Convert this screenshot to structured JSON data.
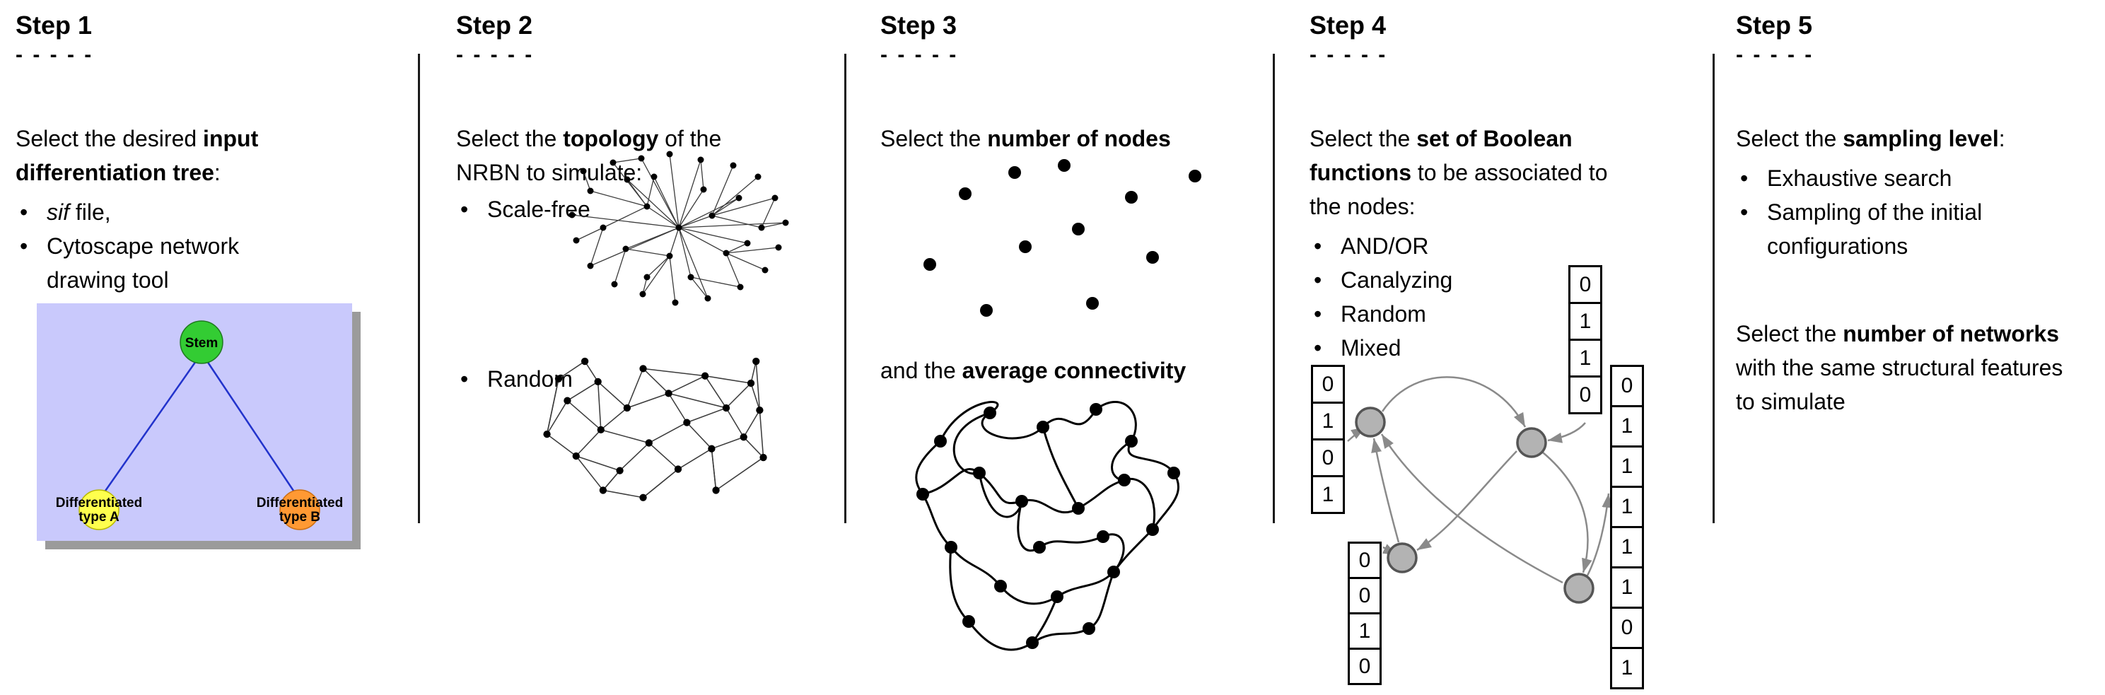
{
  "dashes": "- - - - -",
  "bullet_glyph": "•",
  "graphics": {
    "step_1": "differentiation-tree",
    "step_2": [
      "scale-free-network",
      "random-network"
    ],
    "step_3": [
      "scattered-nodes",
      "tangled-connectivity-network"
    ],
    "step_4": "boolean-network-with-truth-tables"
  },
  "steps": [
    {
      "title": "Step 1",
      "lead": [
        "Select the desired ",
        "input differentiation tree",
        ":"
      ],
      "bullets": [
        [
          "sif",
          " file,"
        ],
        [
          "Cytoscape network drawing tool"
        ]
      ],
      "tree": {
        "root_label": "Stem",
        "leaf_a_label_line1": "Differentiated",
        "leaf_a_label_line2": "type A",
        "leaf_b_label_line1": "Differentiated",
        "leaf_b_label_line2": "type B",
        "colors": {
          "background": "#c9c9fc",
          "shadow": "#9b9b9b",
          "root": "#33cc33",
          "leaf_a": "#ffff4d",
          "leaf_b": "#ff9933",
          "edge": "#2233cc"
        }
      }
    },
    {
      "title": "Step 2",
      "lead": [
        "Select the ",
        "topology",
        " of the NRBN to simulate:"
      ],
      "bullets": [
        [
          "Scale-free"
        ],
        [
          "Random"
        ]
      ]
    },
    {
      "title": "Step 3",
      "lead": [
        "Select the ",
        "number of nodes"
      ],
      "second": [
        "and the ",
        "average connectivity"
      ]
    },
    {
      "title": "Step 4",
      "lead": [
        "Select the ",
        "set of Boolean functions",
        " to be associated to the nodes:"
      ],
      "bullets": [
        [
          "AND/OR"
        ],
        [
          "Canalyzing"
        ],
        [
          "Random"
        ],
        [
          "Mixed"
        ]
      ],
      "truth_tables": {
        "left": [
          "0",
          "1",
          "0",
          "1"
        ],
        "top": [
          "0",
          "1",
          "1",
          "0"
        ],
        "bottom_left": [
          "0",
          "0",
          "1",
          "0"
        ],
        "right": [
          "0",
          "1",
          "1",
          "1",
          "1",
          "1",
          "0",
          "1"
        ]
      }
    },
    {
      "title": "Step 5",
      "lead": [
        "Select the ",
        "sampling level",
        ":"
      ],
      "bullets": [
        [
          "Exhaustive search"
        ],
        [
          "Sampling of the initial configurations"
        ]
      ],
      "second": [
        "Select the ",
        "number of networks",
        " with the same structural features to simulate"
      ]
    }
  ]
}
